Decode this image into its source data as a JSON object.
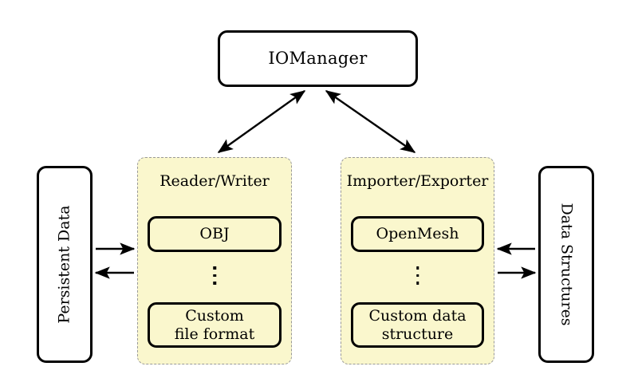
{
  "diagram": {
    "title_node": {
      "label": "IOManager"
    },
    "left_store": {
      "label": "Persistent Data"
    },
    "right_store": {
      "label": "Data Structures"
    },
    "panels": [
      {
        "id": "reader-writer",
        "title": "Reader/Writer",
        "top_item": "OBJ",
        "ellipsis": "vertical-dots",
        "bottom_item_line1": "Custom",
        "bottom_item_line2": "file format"
      },
      {
        "id": "importer-exporter",
        "title": "Importer/Exporter",
        "top_item": "OpenMesh",
        "ellipsis": "vertical-dots",
        "bottom_item_line1": "Custom data",
        "bottom_item_line2": "structure"
      }
    ],
    "connections": [
      {
        "name": "iomanager-to-reader-writer",
        "style": "double-headed-arrow"
      },
      {
        "name": "iomanager-to-importer-exporter",
        "style": "double-headed-arrow"
      },
      {
        "name": "persistent-data-to-reader-writer",
        "style": "arrow-right"
      },
      {
        "name": "reader-writer-to-persistent-data",
        "style": "arrow-left"
      },
      {
        "name": "data-structures-to-importer-exporter",
        "style": "arrow-left"
      },
      {
        "name": "importer-exporter-to-data-structures",
        "style": "arrow-right"
      }
    ],
    "colors": {
      "panel_fill": "#faf7cd",
      "panel_border": "#999999",
      "stroke": "#000000",
      "background": "#ffffff"
    }
  }
}
